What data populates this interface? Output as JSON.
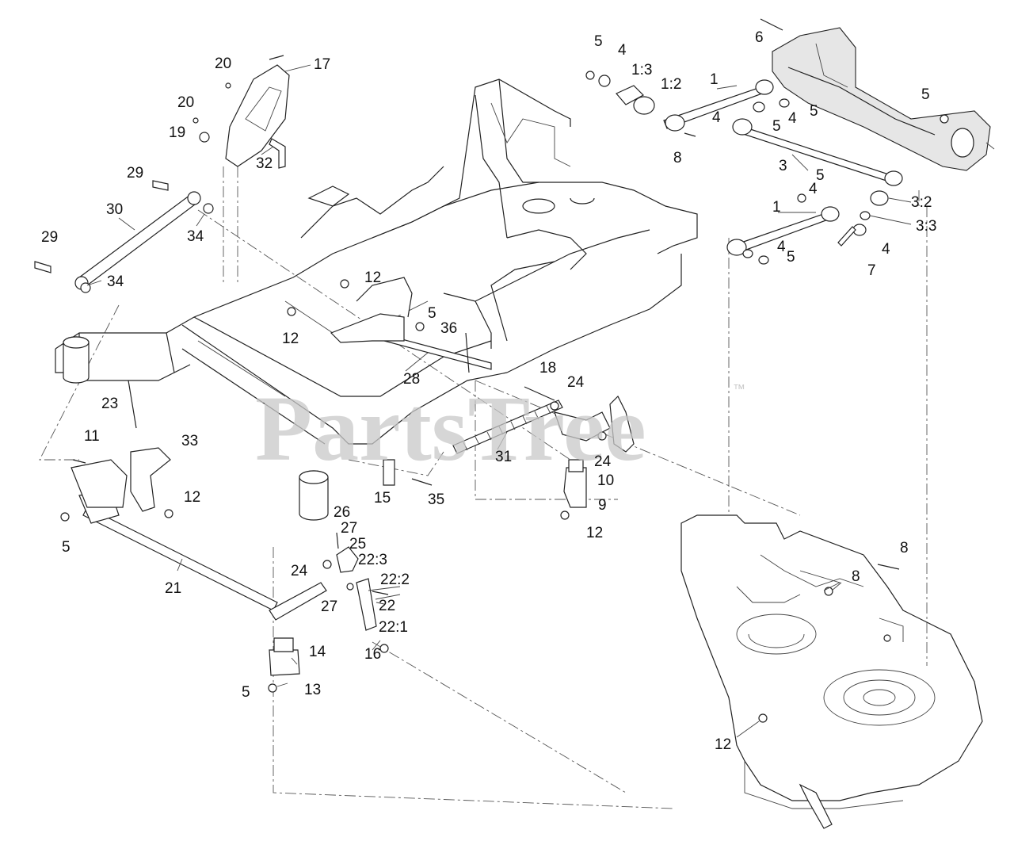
{
  "watermark": "PartsTree",
  "watermark_mark": "™",
  "labels": [
    {
      "id": "l1a",
      "text": "1"
    },
    {
      "id": "l1b",
      "text": "1"
    },
    {
      "id": "l13a",
      "text": "1:3"
    },
    {
      "id": "l12b",
      "text": "1:2"
    },
    {
      "id": "l3",
      "text": "3"
    },
    {
      "id": "l32b",
      "text": "3:2"
    },
    {
      "id": "l33b",
      "text": "3:3"
    },
    {
      "id": "l4a",
      "text": "4"
    },
    {
      "id": "l4b",
      "text": "4"
    },
    {
      "id": "l4c",
      "text": "4"
    },
    {
      "id": "l4d",
      "text": "4"
    },
    {
      "id": "l4e",
      "text": "4"
    },
    {
      "id": "l4f",
      "text": "4"
    },
    {
      "id": "l5a",
      "text": "5"
    },
    {
      "id": "l5b",
      "text": "5"
    },
    {
      "id": "l5c",
      "text": "5"
    },
    {
      "id": "l5d",
      "text": "5"
    },
    {
      "id": "l5e",
      "text": "5"
    },
    {
      "id": "l5f",
      "text": "5"
    },
    {
      "id": "l5g",
      "text": "5"
    },
    {
      "id": "l5h",
      "text": "5"
    },
    {
      "id": "l5i",
      "text": "5"
    },
    {
      "id": "l6",
      "text": "6"
    },
    {
      "id": "l7",
      "text": "7"
    },
    {
      "id": "l8a",
      "text": "8"
    },
    {
      "id": "l8b",
      "text": "8"
    },
    {
      "id": "l8c",
      "text": "8"
    },
    {
      "id": "l9",
      "text": "9"
    },
    {
      "id": "l10",
      "text": "10"
    },
    {
      "id": "l11",
      "text": "11"
    },
    {
      "id": "l12a",
      "text": "12"
    },
    {
      "id": "l12c",
      "text": "12"
    },
    {
      "id": "l12d",
      "text": "12"
    },
    {
      "id": "l12e",
      "text": "12"
    },
    {
      "id": "l12f",
      "text": "12"
    },
    {
      "id": "l13",
      "text": "13"
    },
    {
      "id": "l14",
      "text": "14"
    },
    {
      "id": "l15",
      "text": "15"
    },
    {
      "id": "l16",
      "text": "16"
    },
    {
      "id": "l17",
      "text": "17"
    },
    {
      "id": "l18",
      "text": "18"
    },
    {
      "id": "l19",
      "text": "19"
    },
    {
      "id": "l20a",
      "text": "20"
    },
    {
      "id": "l20b",
      "text": "20"
    },
    {
      "id": "l21",
      "text": "21"
    },
    {
      "id": "l22",
      "text": "22"
    },
    {
      "id": "l221",
      "text": "22:1"
    },
    {
      "id": "l222",
      "text": "22:2"
    },
    {
      "id": "l223",
      "text": "22:3"
    },
    {
      "id": "l23",
      "text": "23"
    },
    {
      "id": "l24a",
      "text": "24"
    },
    {
      "id": "l24b",
      "text": "24"
    },
    {
      "id": "l24c",
      "text": "24"
    },
    {
      "id": "l25",
      "text": "25"
    },
    {
      "id": "l26",
      "text": "26"
    },
    {
      "id": "l27a",
      "text": "27"
    },
    {
      "id": "l27b",
      "text": "27"
    },
    {
      "id": "l28",
      "text": "28"
    },
    {
      "id": "l29a",
      "text": "29"
    },
    {
      "id": "l29b",
      "text": "29"
    },
    {
      "id": "l30",
      "text": "30"
    },
    {
      "id": "l31",
      "text": "31"
    },
    {
      "id": "l32",
      "text": "32"
    },
    {
      "id": "l33",
      "text": "33"
    },
    {
      "id": "l34a",
      "text": "34"
    },
    {
      "id": "l34b",
      "text": "34"
    },
    {
      "id": "l35",
      "text": "35"
    },
    {
      "id": "l36",
      "text": "36"
    }
  ]
}
